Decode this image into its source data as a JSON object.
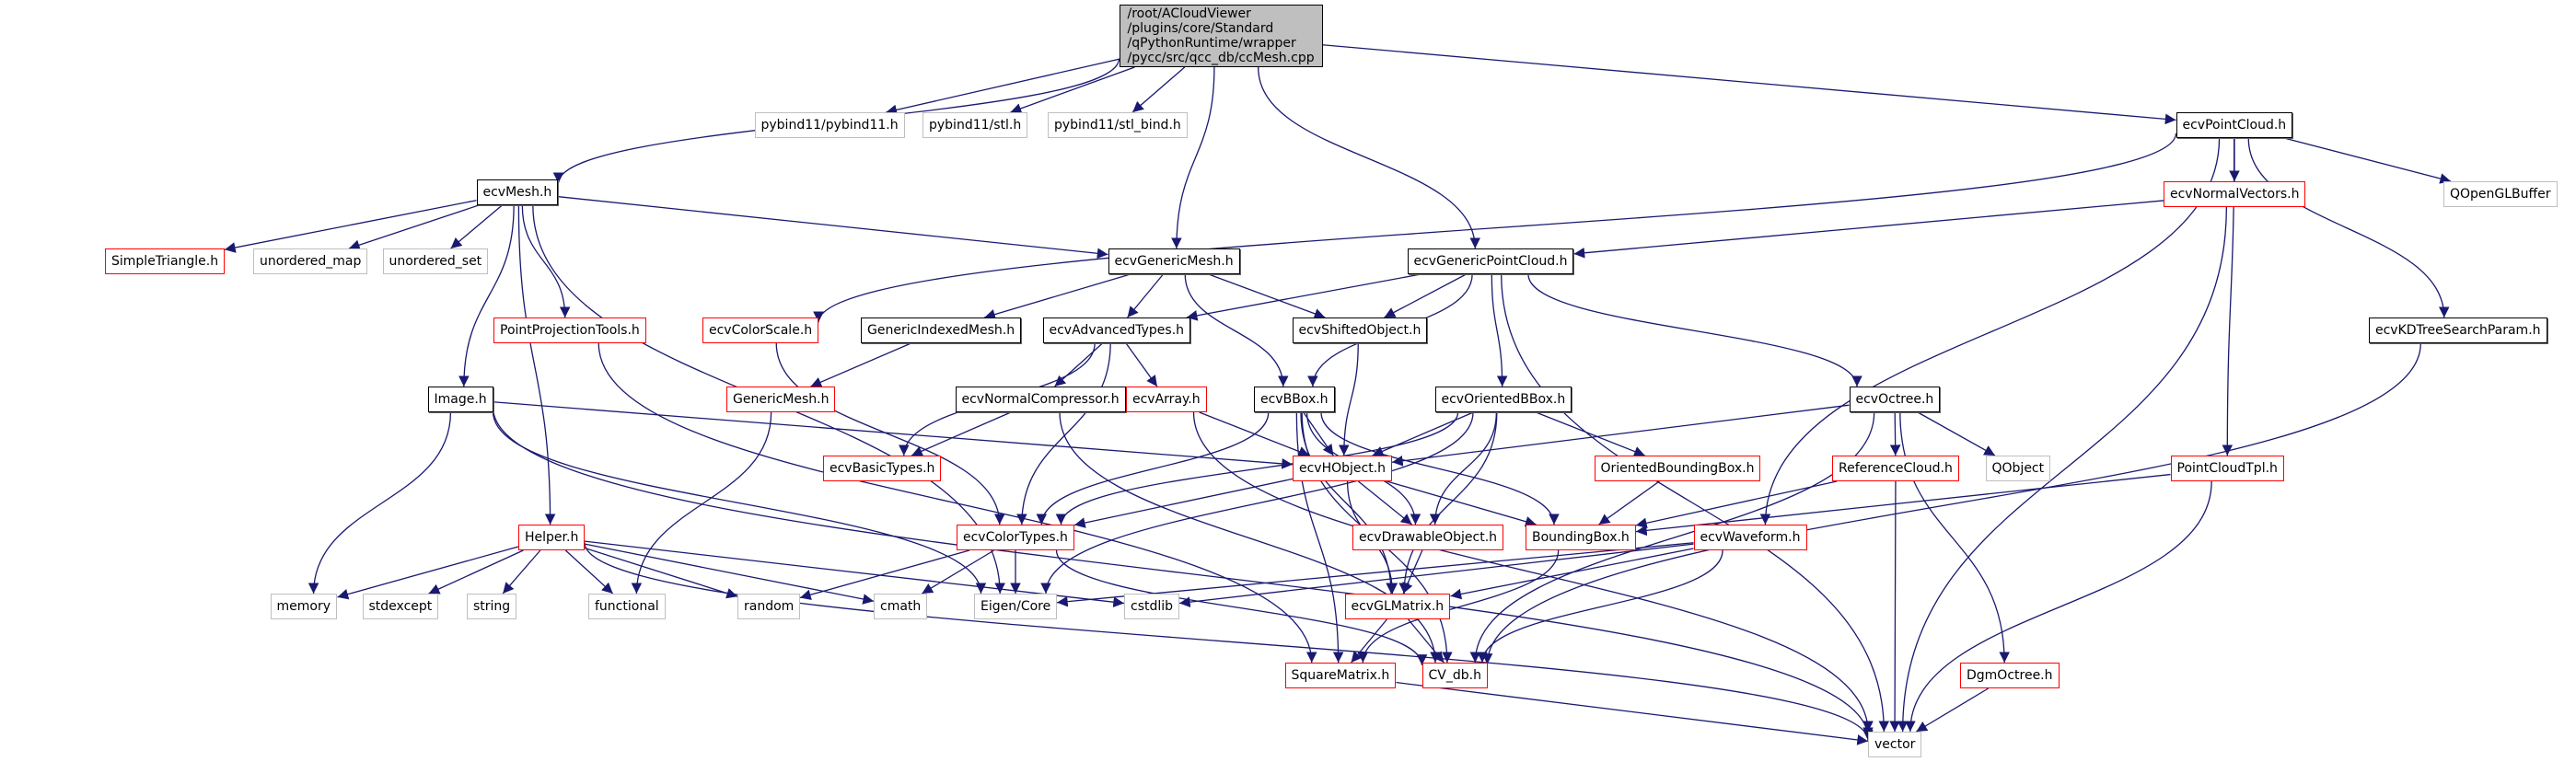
{
  "graph": {
    "title": "Include dependency graph for ccMesh.cpp",
    "root": {
      "id": "root",
      "label_lines": [
        "/root/ACloudViewer",
        "/plugins/core/Standard",
        "/qPythonRuntime/wrapper",
        "/pycc/src/qcc_db/ccMesh.cpp"
      ]
    },
    "colors": {
      "edge": "#191970",
      "documented_border": "#000000",
      "undocumented_border": "#ff0000",
      "external_border": "#bfbfbf",
      "root_fill": "#bfbfbf"
    },
    "nodes": [
      {
        "id": "pybind11",
        "label": "pybind11/pybind11.h",
        "kind": "external"
      },
      {
        "id": "stl",
        "label": "pybind11/stl.h",
        "kind": "external"
      },
      {
        "id": "stl_bind",
        "label": "pybind11/stl_bind.h",
        "kind": "external"
      },
      {
        "id": "ecvPointCloud",
        "label": "ecvPointCloud.h",
        "kind": "documented"
      },
      {
        "id": "ecvMesh",
        "label": "ecvMesh.h",
        "kind": "documented"
      },
      {
        "id": "SimpleTriangle",
        "label": "SimpleTriangle.h",
        "kind": "undocumented"
      },
      {
        "id": "unordered_map",
        "label": "unordered_map",
        "kind": "external"
      },
      {
        "id": "unordered_set",
        "label": "unordered_set",
        "kind": "external"
      },
      {
        "id": "ecvGenericMesh",
        "label": "ecvGenericMesh.h",
        "kind": "documented"
      },
      {
        "id": "ecvNormalVectors",
        "label": "ecvNormalVectors.h",
        "kind": "undocumented"
      },
      {
        "id": "QOpenGLBuffer",
        "label": "QOpenGLBuffer",
        "kind": "external"
      },
      {
        "id": "ecvGenericPointCloud",
        "label": "ecvGenericPointCloud.h",
        "kind": "documented"
      },
      {
        "id": "PointProjectionTools",
        "label": "PointProjectionTools.h",
        "kind": "undocumented"
      },
      {
        "id": "ecvColorScale",
        "label": "ecvColorScale.h",
        "kind": "undocumented"
      },
      {
        "id": "GenericIndexedMesh",
        "label": "GenericIndexedMesh.h",
        "kind": "documented"
      },
      {
        "id": "ecvAdvancedTypes",
        "label": "ecvAdvancedTypes.h",
        "kind": "documented"
      },
      {
        "id": "ecvShiftedObject",
        "label": "ecvShiftedObject.h",
        "kind": "documented"
      },
      {
        "id": "ecvKDTreeSearchParam",
        "label": "ecvKDTreeSearchParam.h",
        "kind": "documented"
      },
      {
        "id": "Image",
        "label": "Image.h",
        "kind": "documented"
      },
      {
        "id": "GenericMesh",
        "label": "GenericMesh.h",
        "kind": "undocumented"
      },
      {
        "id": "ecvNormalCompressor",
        "label": "ecvNormalCompressor.h",
        "kind": "documented"
      },
      {
        "id": "ecvArray",
        "label": "ecvArray.h",
        "kind": "undocumented"
      },
      {
        "id": "ecvBBox",
        "label": "ecvBBox.h",
        "kind": "documented"
      },
      {
        "id": "ecvOrientedBBox",
        "label": "ecvOrientedBBox.h",
        "kind": "documented"
      },
      {
        "id": "ecvOctree",
        "label": "ecvOctree.h",
        "kind": "documented"
      },
      {
        "id": "ecvBasicTypes",
        "label": "ecvBasicTypes.h",
        "kind": "undocumented"
      },
      {
        "id": "ecvHObject",
        "label": "ecvHObject.h",
        "kind": "undocumented"
      },
      {
        "id": "OrientedBoundingBox",
        "label": "OrientedBoundingBox.h",
        "kind": "undocumented"
      },
      {
        "id": "ReferenceCloud",
        "label": "ReferenceCloud.h",
        "kind": "undocumented"
      },
      {
        "id": "QObject",
        "label": "QObject",
        "kind": "external"
      },
      {
        "id": "PointCloudTpl",
        "label": "PointCloudTpl.h",
        "kind": "undocumented"
      },
      {
        "id": "Helper",
        "label": "Helper.h",
        "kind": "undocumented"
      },
      {
        "id": "ecvColorTypes",
        "label": "ecvColorTypes.h",
        "kind": "undocumented"
      },
      {
        "id": "ecvDrawableObject",
        "label": "ecvDrawableObject.h",
        "kind": "undocumented"
      },
      {
        "id": "BoundingBox",
        "label": "BoundingBox.h",
        "kind": "undocumented"
      },
      {
        "id": "ecvWaveform",
        "label": "ecvWaveform.h",
        "kind": "undocumented"
      },
      {
        "id": "memory",
        "label": "memory",
        "kind": "external"
      },
      {
        "id": "stdexcept",
        "label": "stdexcept",
        "kind": "external"
      },
      {
        "id": "string",
        "label": "string",
        "kind": "external"
      },
      {
        "id": "functional",
        "label": "functional",
        "kind": "external"
      },
      {
        "id": "random",
        "label": "random",
        "kind": "external"
      },
      {
        "id": "cmath",
        "label": "cmath",
        "kind": "external"
      },
      {
        "id": "EigenCore",
        "label": "Eigen/Core",
        "kind": "external"
      },
      {
        "id": "cstdlib",
        "label": "cstdlib",
        "kind": "external"
      },
      {
        "id": "ecvGLMatrix",
        "label": "ecvGLMatrix.h",
        "kind": "undocumented"
      },
      {
        "id": "SquareMatrix",
        "label": "SquareMatrix.h",
        "kind": "undocumented"
      },
      {
        "id": "CV_db",
        "label": "CV_db.h",
        "kind": "undocumented"
      },
      {
        "id": "DgmOctree",
        "label": "DgmOctree.h",
        "kind": "undocumented"
      },
      {
        "id": "vector",
        "label": "vector",
        "kind": "external"
      }
    ],
    "edges": [
      [
        "root",
        "pybind11"
      ],
      [
        "root",
        "stl"
      ],
      [
        "root",
        "stl_bind"
      ],
      [
        "root",
        "ecvMesh"
      ],
      [
        "root",
        "ecvGenericMesh"
      ],
      [
        "root",
        "ecvGenericPointCloud"
      ],
      [
        "root",
        "ecvPointCloud"
      ],
      [
        "ecvMesh",
        "SimpleTriangle"
      ],
      [
        "ecvMesh",
        "unordered_map"
      ],
      [
        "ecvMesh",
        "unordered_set"
      ],
      [
        "ecvMesh",
        "ecvGenericMesh"
      ],
      [
        "ecvMesh",
        "Image"
      ],
      [
        "ecvMesh",
        "PointProjectionTools"
      ],
      [
        "ecvMesh",
        "Helper"
      ],
      [
        "ecvMesh",
        "EigenCore"
      ],
      [
        "ecvGenericMesh",
        "GenericIndexedMesh"
      ],
      [
        "ecvGenericMesh",
        "ecvAdvancedTypes"
      ],
      [
        "ecvGenericMesh",
        "ecvShiftedObject"
      ],
      [
        "ecvGenericMesh",
        "ecvBBox"
      ],
      [
        "ecvPointCloud",
        "ecvColorScale"
      ],
      [
        "ecvPointCloud",
        "ecvNormalVectors"
      ],
      [
        "ecvPointCloud",
        "QOpenGLBuffer"
      ],
      [
        "ecvPointCloud",
        "ecvKDTreeSearchParam"
      ],
      [
        "ecvPointCloud",
        "PointCloudTpl"
      ],
      [
        "ecvPointCloud",
        "ecvWaveform"
      ],
      [
        "ecvNormalVectors",
        "ecvGenericPointCloud"
      ],
      [
        "ecvNormalVectors",
        "vector"
      ],
      [
        "ecvGenericPointCloud",
        "ecvAdvancedTypes"
      ],
      [
        "ecvGenericPointCloud",
        "ecvShiftedObject"
      ],
      [
        "ecvGenericPointCloud",
        "ecvBBox"
      ],
      [
        "ecvGenericPointCloud",
        "ecvOrientedBBox"
      ],
      [
        "ecvGenericPointCloud",
        "ecvOctree"
      ],
      [
        "ecvGenericPointCloud",
        "vector"
      ],
      [
        "ecvColorScale",
        "ecvColorTypes"
      ],
      [
        "GenericIndexedMesh",
        "GenericMesh"
      ],
      [
        "GenericMesh",
        "functional"
      ],
      [
        "PointProjectionTools",
        "SquareMatrix"
      ],
      [
        "ecvAdvancedTypes",
        "ecvNormalCompressor"
      ],
      [
        "ecvAdvancedTypes",
        "ecvArray"
      ],
      [
        "ecvAdvancedTypes",
        "ecvBasicTypes"
      ],
      [
        "ecvAdvancedTypes",
        "ecvColorTypes"
      ],
      [
        "ecvShiftedObject",
        "ecvHObject"
      ],
      [
        "ecvKDTreeSearchParam",
        "CV_db"
      ],
      [
        "Image",
        "ecvHObject"
      ],
      [
        "Image",
        "memory"
      ],
      [
        "Image",
        "EigenCore"
      ],
      [
        "Image",
        "vector"
      ],
      [
        "ecvNormalCompressor",
        "ecvBasicTypes"
      ],
      [
        "ecvNormalCompressor",
        "CV_db"
      ],
      [
        "ecvArray",
        "ecvHObject"
      ],
      [
        "ecvArray",
        "vector"
      ],
      [
        "ecvBBox",
        "ecvHObject"
      ],
      [
        "ecvBBox",
        "ecvColorTypes"
      ],
      [
        "ecvBBox",
        "ecvDrawableObject"
      ],
      [
        "ecvBBox",
        "BoundingBox"
      ],
      [
        "ecvBBox",
        "ecvGLMatrix"
      ],
      [
        "ecvBBox",
        "SquareMatrix"
      ],
      [
        "ecvBBox",
        "CV_db"
      ],
      [
        "ecvOrientedBBox",
        "ecvHObject"
      ],
      [
        "ecvOrientedBBox",
        "ecvColorTypes"
      ],
      [
        "ecvOrientedBBox",
        "ecvDrawableObject"
      ],
      [
        "ecvOrientedBBox",
        "OrientedBoundingBox"
      ],
      [
        "ecvOrientedBBox",
        "ecvGLMatrix"
      ],
      [
        "ecvOrientedBBox",
        "EigenCore"
      ],
      [
        "ecvOctree",
        "ecvHObject"
      ],
      [
        "ecvOctree",
        "ReferenceCloud"
      ],
      [
        "ecvOctree",
        "QObject"
      ],
      [
        "ecvOctree",
        "DgmOctree"
      ],
      [
        "ecvOctree",
        "CV_db"
      ],
      [
        "ecvHObject",
        "ecvColorTypes"
      ],
      [
        "ecvHObject",
        "ecvDrawableObject"
      ],
      [
        "ecvHObject",
        "BoundingBox"
      ],
      [
        "ecvHObject",
        "ecvGLMatrix"
      ],
      [
        "OrientedBoundingBox",
        "BoundingBox"
      ],
      [
        "ReferenceCloud",
        "BoundingBox"
      ],
      [
        "ReferenceCloud",
        "vector"
      ],
      [
        "PointCloudTpl",
        "BoundingBox"
      ],
      [
        "PointCloudTpl",
        "vector"
      ],
      [
        "Helper",
        "memory"
      ],
      [
        "Helper",
        "stdexcept"
      ],
      [
        "Helper",
        "string"
      ],
      [
        "Helper",
        "functional"
      ],
      [
        "Helper",
        "random"
      ],
      [
        "Helper",
        "cmath"
      ],
      [
        "Helper",
        "cstdlib"
      ],
      [
        "Helper",
        "vector"
      ],
      [
        "ecvColorTypes",
        "random"
      ],
      [
        "ecvColorTypes",
        "cmath"
      ],
      [
        "ecvColorTypes",
        "EigenCore"
      ],
      [
        "ecvColorTypes",
        "CV_db"
      ],
      [
        "ecvDrawableObject",
        "ecvGLMatrix"
      ],
      [
        "BoundingBox",
        "SquareMatrix"
      ],
      [
        "ecvWaveform",
        "EigenCore"
      ],
      [
        "ecvWaveform",
        "cstdlib"
      ],
      [
        "ecvWaveform",
        "ecvGLMatrix"
      ],
      [
        "ecvWaveform",
        "CV_db"
      ],
      [
        "ecvGLMatrix",
        "SquareMatrix"
      ],
      [
        "ecvGLMatrix",
        "CV_db"
      ],
      [
        "SquareMatrix",
        "vector"
      ],
      [
        "DgmOctree",
        "vector"
      ]
    ]
  }
}
